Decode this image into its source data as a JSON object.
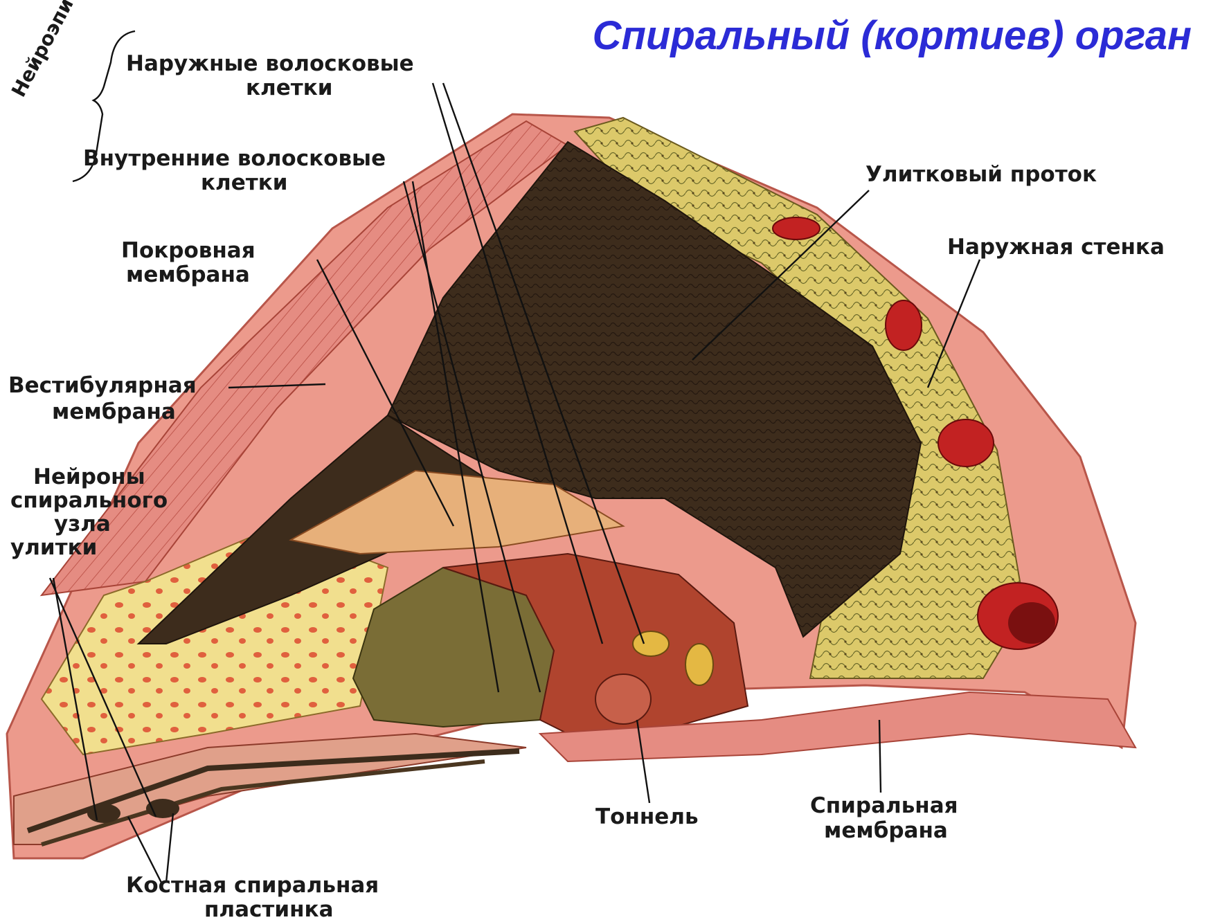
{
  "title": "Спиральный (кортиев) орган",
  "group_label": "Нейроэпителий",
  "labels": {
    "outer_hair_1": "Наружные волосковые",
    "outer_hair_2": "клетки",
    "inner_hair_1": "Внутренние волосковые",
    "inner_hair_2": "клетки",
    "tectorial_1": "Покровная",
    "tectorial_2": "мембрана",
    "vestibular_1": "Вестибулярная",
    "vestibular_2": "мембрана",
    "neurons_1": "Нейроны",
    "neurons_2": "спирального",
    "neurons_3": "узла",
    "neurons_4": "улитки",
    "bony_1": "Костная спиральная",
    "bony_2": "пластинка",
    "duct": "Улитковый проток",
    "outer_wall": "Наружная стенка",
    "tunnel": "Тоннель",
    "spiral_1": "Спиральная",
    "spiral_2": "мембрана"
  },
  "colors": {
    "title": "#2b2bd6",
    "duct_dark": "#3a2a1a",
    "tissue_red": "#e07a6a",
    "tissue_yellow": "#e8d27a",
    "vessel_red": "#c22222"
  }
}
